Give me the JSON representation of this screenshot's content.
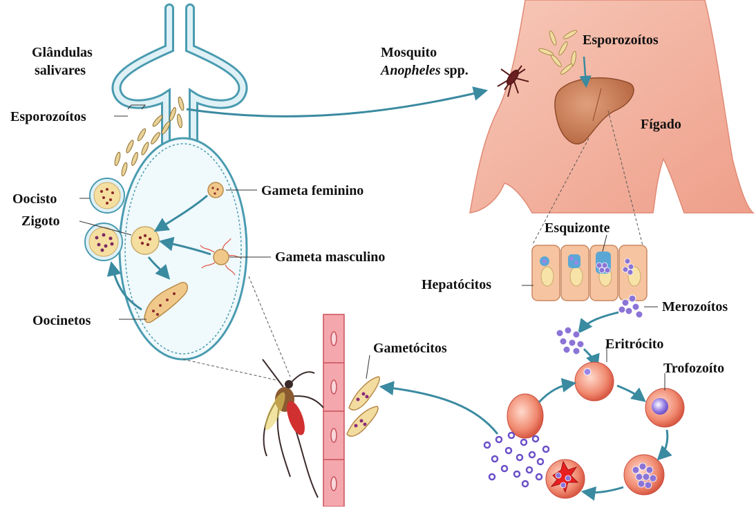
{
  "labels": {
    "glandulas_1": "Glândulas",
    "glandulas_2": "salivares",
    "esporozoitos_left": "Esporozoítos",
    "oocisto": "Oocisto",
    "zigoto": "Zigoto",
    "oocinetos": "Oocinetos",
    "gameta_feminino": "Gameta feminino",
    "gameta_masculino": "Gameta masculino",
    "mosquito_1": "Mosquito",
    "mosquito_genus": "Anopheles",
    "mosquito_spp": " spp.",
    "esporozoitos_right": "Esporozoítos",
    "figado": "Fígado",
    "esquizonte": "Esquizonte",
    "hepatocitos": "Hepatócitos",
    "merozoitos": "Merozoítos",
    "eritrocito": "Eritrócito",
    "trofozoito": "Trofozoíto",
    "gametocitos": "Gametócitos"
  },
  "colors": {
    "gland_outline": "#4a9bb0",
    "arrow": "#3a8aa0",
    "skin": "#f3b6a6",
    "liver": "#c87a55",
    "rbc": "#e8705a",
    "parasite": "#8b74d6",
    "cell_yellow": "#f5dfa0"
  }
}
